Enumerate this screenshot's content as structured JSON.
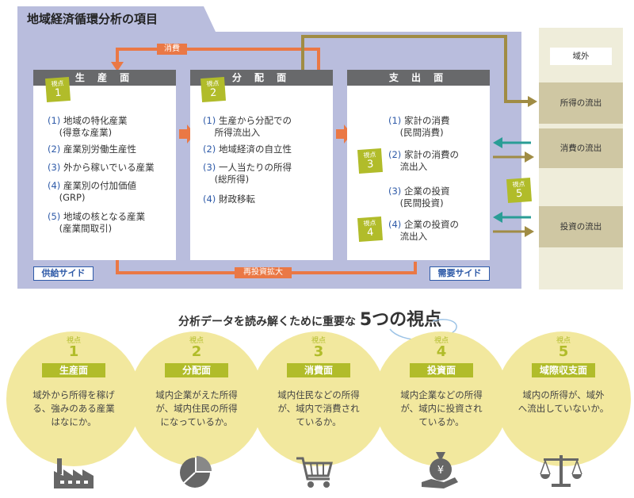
{
  "title": "地域経済循環分析の項目",
  "boxes": {
    "production": {
      "header": "生 産 面",
      "badge": {
        "label": "視点",
        "num": "1"
      },
      "items": [
        {
          "num": "(1)",
          "lines": [
            "地域の特化産業",
            "(得意な産業)"
          ]
        },
        {
          "num": "(2)",
          "lines": [
            "産業別労働生産性"
          ]
        },
        {
          "num": "(3)",
          "lines": [
            "外から稼いでいる産業"
          ]
        },
        {
          "num": "(4)",
          "lines": [
            "産業別の付加価値",
            "(GRP)"
          ]
        },
        {
          "num": "(5)",
          "lines": [
            "地域の核となる産業",
            "(産業間取引)"
          ]
        }
      ]
    },
    "distribution": {
      "header": "分 配 面",
      "badge": {
        "label": "視点",
        "num": "2"
      },
      "items": [
        {
          "num": "(1)",
          "lines": [
            "生産から分配での",
            "所得流出入"
          ]
        },
        {
          "num": "(2)",
          "lines": [
            "地域経済の自立性"
          ]
        },
        {
          "num": "(3)",
          "lines": [
            "一人当たりの所得",
            "(総所得)"
          ]
        },
        {
          "num": "(4)",
          "lines": [
            "財政移転"
          ]
        }
      ]
    },
    "expenditure": {
      "header": "支 出 面",
      "items": [
        {
          "num": "(1)",
          "lines": [
            "家計の消費",
            "(民間消費)"
          ]
        },
        {
          "num": "(2)",
          "lines": [
            "家計の消費の",
            "流出入"
          ]
        },
        {
          "num": "(3)",
          "lines": [
            "企業の投資",
            "(民間投資)"
          ]
        },
        {
          "num": "(4)",
          "lines": [
            "企業の投資の",
            "流出入"
          ]
        }
      ],
      "badge3": {
        "label": "視点",
        "num": "3"
      },
      "badge4": {
        "label": "視点",
        "num": "4"
      }
    }
  },
  "badge5": {
    "label": "視点",
    "num": "5"
  },
  "arrows": {
    "consumption": "消費",
    "reinvestment": "再投資拡大"
  },
  "supply_tag": "供給サイド",
  "demand_tag": "需要サイド",
  "outside": {
    "header": "域外",
    "income_outflow": "所得の流出",
    "consumption_outflow": "消費の流出",
    "investment_outflow": "投資の流出"
  },
  "subtitle": {
    "pre": "分析データを読み解くために重要な",
    "big": "5つの視点"
  },
  "viewpoints": [
    {
      "top": "視点",
      "num": "1",
      "label": "生産面",
      "text": [
        "域外から所得を稼げ",
        "る、強みのある産業",
        "はなにか。"
      ],
      "icon": "factory-icon"
    },
    {
      "top": "視点",
      "num": "2",
      "label": "分配面",
      "text": [
        "域内企業がえた所得",
        "が、域内住民の所得",
        "になっているか。"
      ],
      "icon": "pie-chart-icon"
    },
    {
      "top": "視点",
      "num": "3",
      "label": "消費面",
      "text": [
        "域内住民などの所得",
        "が、域内で消費され",
        "ているか。"
      ],
      "icon": "shopping-cart-icon"
    },
    {
      "top": "視点",
      "num": "4",
      "label": "投資面",
      "text": [
        "域内企業などの所得",
        "が、域内に投資され",
        "ているか。"
      ],
      "icon": "money-bag-icon"
    },
    {
      "top": "視点",
      "num": "5",
      "label": "域際収支面",
      "text": [
        "域内の所得が、域外",
        "へ流出していないか。"
      ],
      "icon": "scales-icon"
    }
  ],
  "colors": {
    "panel": "#b9bddd",
    "header": "#68696b",
    "badge": "#b1bc2a",
    "arrow_orange": "#ea7845",
    "arrow_olive": "#a08c44",
    "arrow_teal": "#2a9d96",
    "circle": "#f2e89e",
    "accent_blue": "#2e5aa8"
  }
}
